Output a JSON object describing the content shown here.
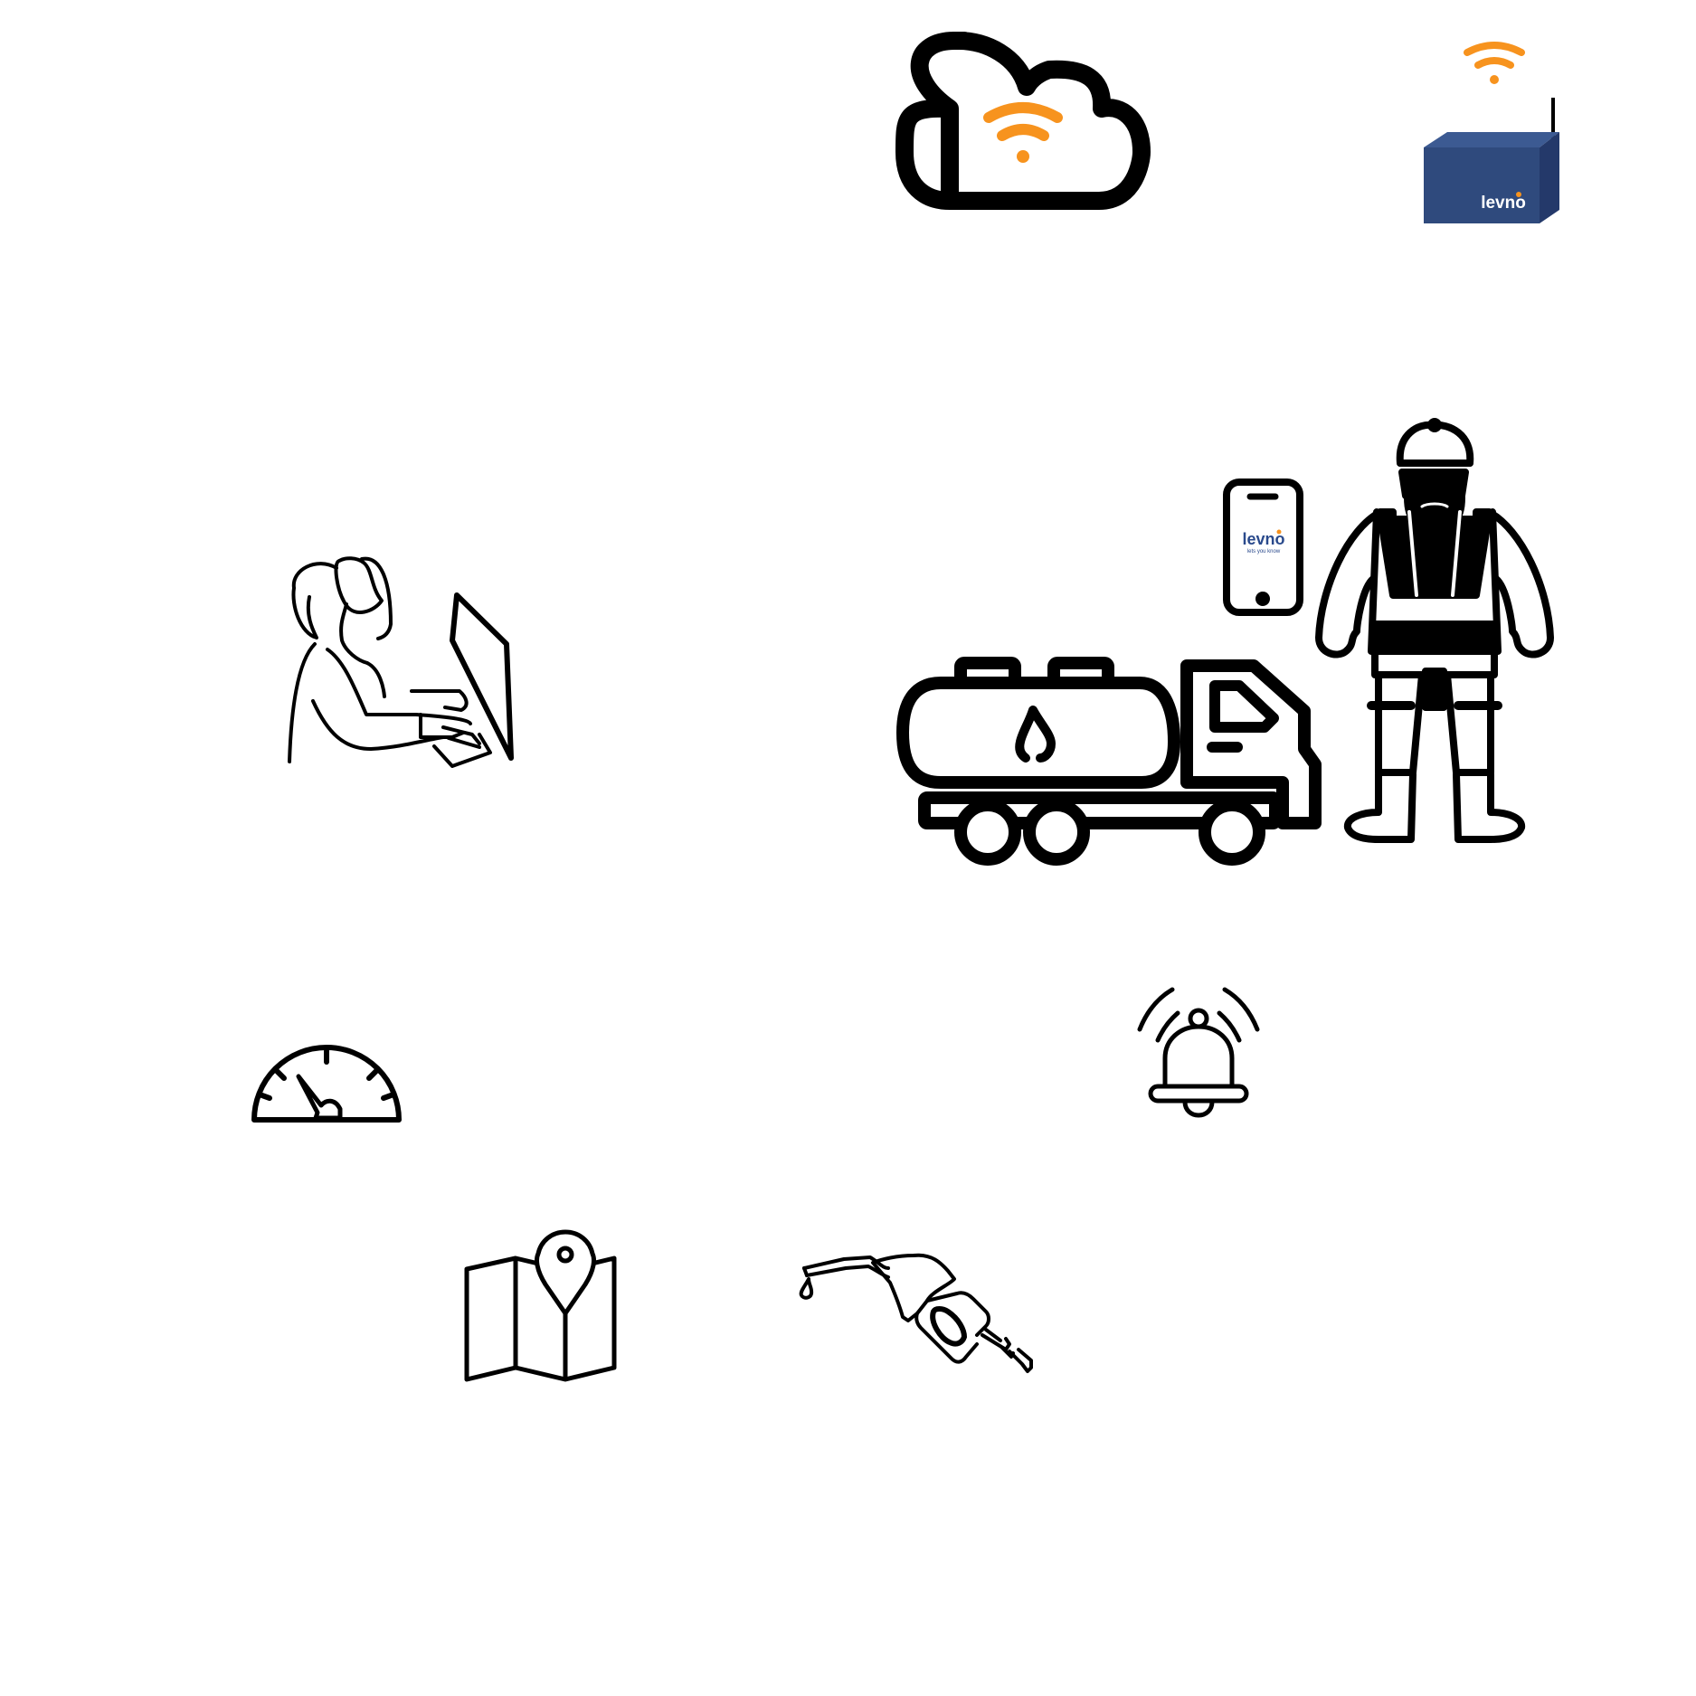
{
  "colors": {
    "stroke": "#000000",
    "background": "#ffffff",
    "wifi": "#f7931e",
    "gateway_box": "#2f4a7d",
    "gateway_top": "#3c5a92",
    "gateway_side": "#24396a",
    "brand_blue": "#2a4a8c"
  },
  "gateway": {
    "brand": "levno"
  },
  "phone": {
    "brand": "levno",
    "tagline": "lets you know"
  },
  "icons": [
    "cloud-wifi-icon",
    "levno-gateway-icon",
    "office-worker-computer-icon",
    "smartphone-levno-app-icon",
    "fuel-tanker-truck-icon",
    "field-worker-icon",
    "speedometer-gauge-icon",
    "alert-bell-icon",
    "map-location-pin-icon",
    "fuel-nozzle-icon"
  ]
}
